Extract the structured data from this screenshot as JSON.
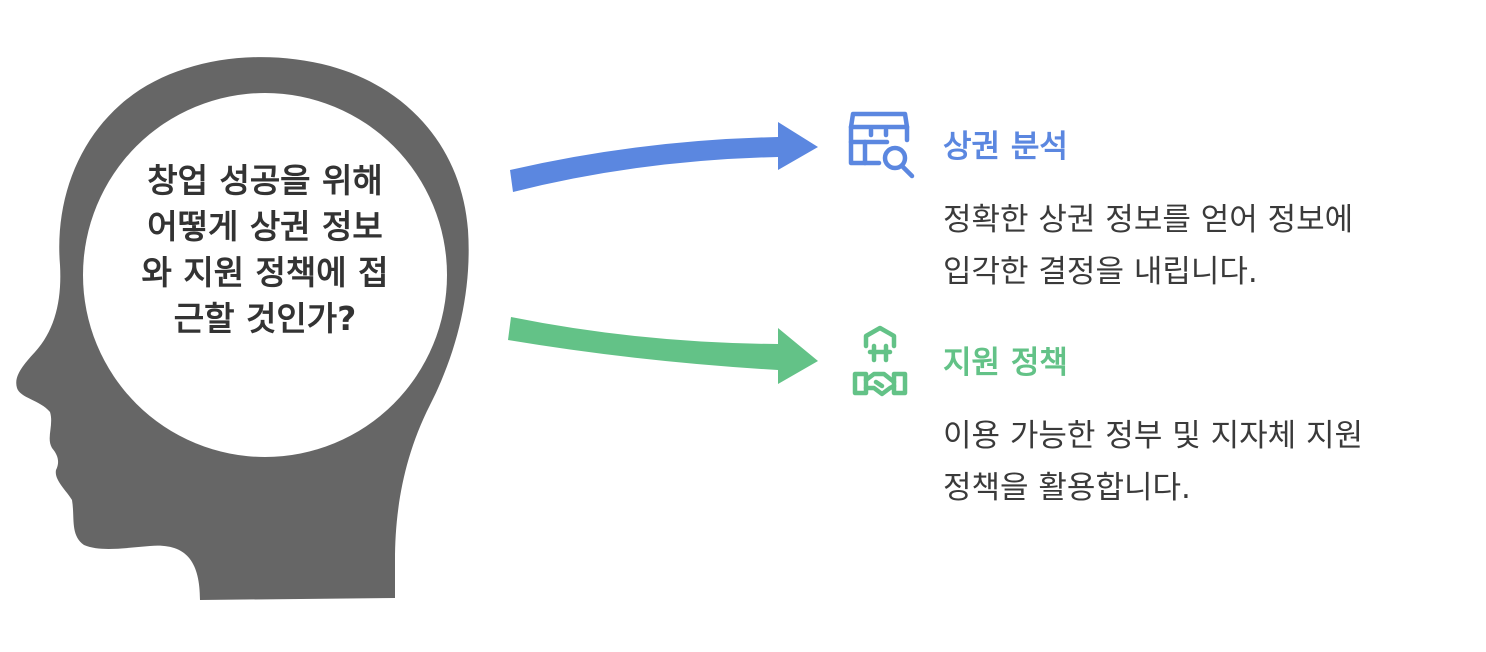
{
  "colors": {
    "head": "#666666",
    "bubble": "#ffffff",
    "blue": "#5b87e0",
    "green": "#63c287",
    "text": "#333333"
  },
  "head": {
    "question_lines": [
      "창업 성공을 위해",
      "어떻게 상권 정보",
      "와 지원 정책에 접",
      "근할 것인가?"
    ]
  },
  "branches": [
    {
      "title": "상권 분석",
      "icon": "store-search-icon",
      "color": "#5b87e0",
      "description_lines": [
        "정확한 상권 정보를 얻어 정보에",
        "입각한 결정을 내립니다."
      ]
    },
    {
      "title": "지원 정책",
      "icon": "government-handshake-icon",
      "color": "#63c287",
      "description_lines": [
        "이용 가능한 정부 및 지자체 지원",
        "정책을 활용합니다."
      ]
    }
  ]
}
